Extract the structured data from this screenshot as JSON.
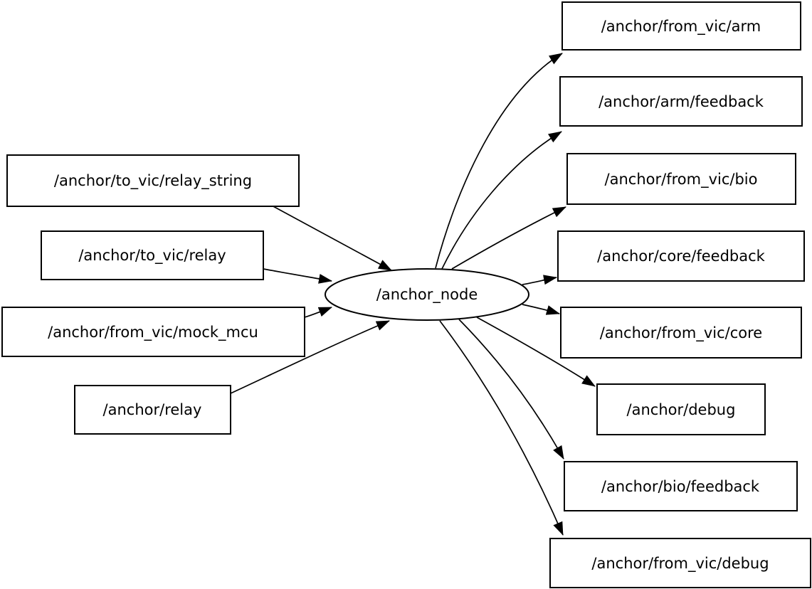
{
  "diagram": {
    "type": "ros-node-graph",
    "colors": {
      "background": "#ffffff",
      "node_fill": "#ffffff",
      "stroke": "#000000",
      "text": "#000000"
    },
    "center_node": {
      "label": "/anchor_node",
      "shape": "ellipse"
    },
    "inputs": [
      {
        "label": "/anchor/to_vic/relay_string"
      },
      {
        "label": "/anchor/to_vic/relay"
      },
      {
        "label": "/anchor/from_vic/mock_mcu"
      },
      {
        "label": "/anchor/relay"
      }
    ],
    "outputs": [
      {
        "label": "/anchor/from_vic/arm"
      },
      {
        "label": "/anchor/arm/feedback"
      },
      {
        "label": "/anchor/from_vic/bio"
      },
      {
        "label": "/anchor/core/feedback"
      },
      {
        "label": "/anchor/from_vic/core"
      },
      {
        "label": "/anchor/debug"
      },
      {
        "label": "/anchor/bio/feedback"
      },
      {
        "label": "/anchor/from_vic/debug"
      }
    ],
    "edges": [
      {
        "from": "/anchor/to_vic/relay_string",
        "to": "/anchor_node"
      },
      {
        "from": "/anchor/to_vic/relay",
        "to": "/anchor_node"
      },
      {
        "from": "/anchor/from_vic/mock_mcu",
        "to": "/anchor_node"
      },
      {
        "from": "/anchor/relay",
        "to": "/anchor_node"
      },
      {
        "from": "/anchor_node",
        "to": "/anchor/from_vic/arm"
      },
      {
        "from": "/anchor_node",
        "to": "/anchor/arm/feedback"
      },
      {
        "from": "/anchor_node",
        "to": "/anchor/from_vic/bio"
      },
      {
        "from": "/anchor_node",
        "to": "/anchor/core/feedback"
      },
      {
        "from": "/anchor_node",
        "to": "/anchor/from_vic/core"
      },
      {
        "from": "/anchor_node",
        "to": "/anchor/debug"
      },
      {
        "from": "/anchor_node",
        "to": "/anchor/bio/feedback"
      },
      {
        "from": "/anchor_node",
        "to": "/anchor/from_vic/debug"
      }
    ]
  }
}
